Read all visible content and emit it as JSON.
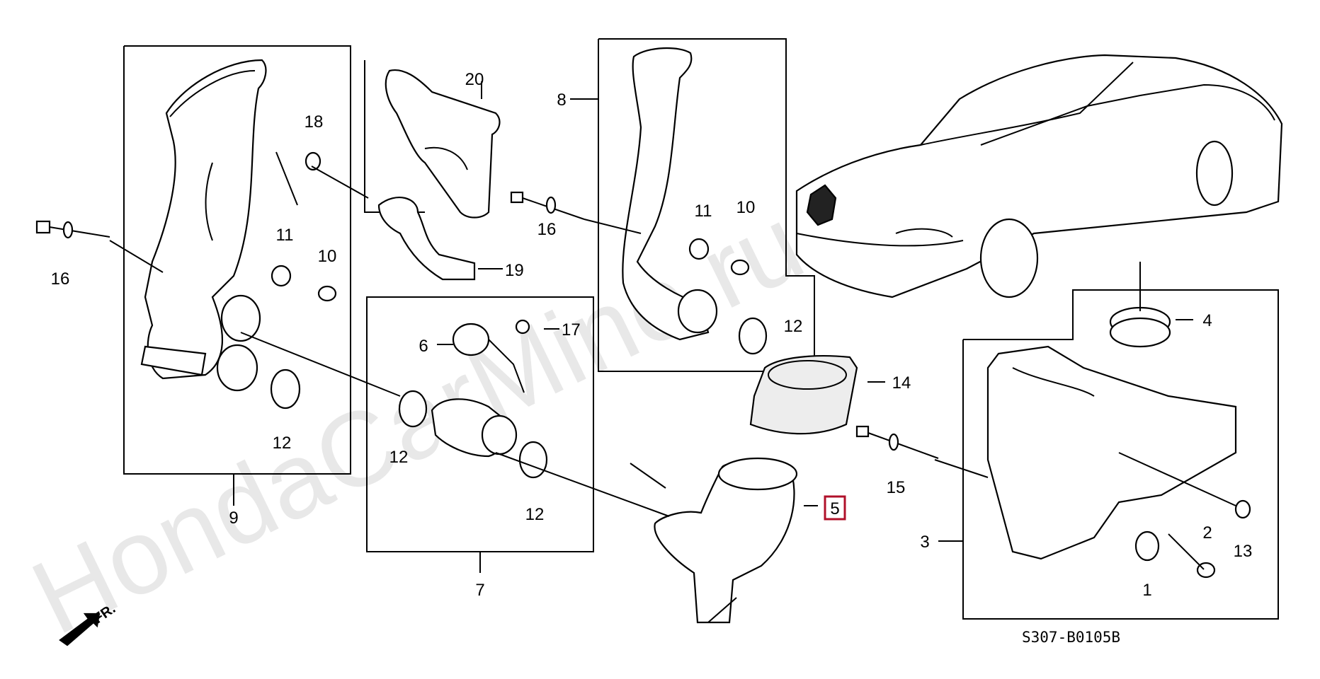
{
  "diagram": {
    "code": "S307-B0105B",
    "watermark": "HondaCarMine.ru",
    "fr_label": "FR.",
    "highlighted_callout": "5",
    "callouts": {
      "c1": "1",
      "c2": "2",
      "c3": "3",
      "c4": "4",
      "c5": "5",
      "c6": "6",
      "c7": "7",
      "c8": "8",
      "c9": "9",
      "c10a": "10",
      "c10b": "10",
      "c11a": "11",
      "c11b": "11",
      "c12a": "12",
      "c12b": "12",
      "c12c": "12",
      "c12d": "12",
      "c13": "13",
      "c14": "14",
      "c15": "15",
      "c16a": "16",
      "c16b": "16",
      "c17": "17",
      "c18": "18",
      "c19": "19",
      "c20": "20"
    }
  },
  "colors": {
    "highlight": "#b0102a",
    "line": "#000000",
    "watermark": "#e8e8e8"
  }
}
